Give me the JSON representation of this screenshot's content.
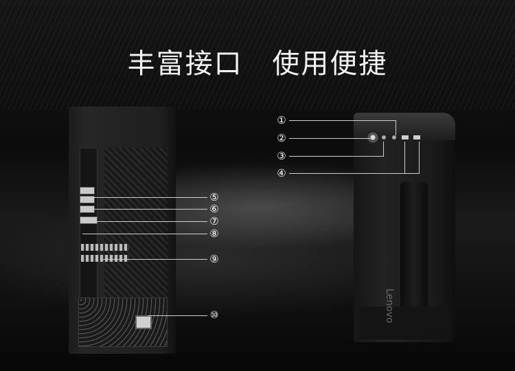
{
  "headline": {
    "part1": "丰富接口",
    "part2": "使用便捷"
  },
  "callouts": {
    "c1": "①",
    "c2": "②",
    "c3": "③",
    "c4": "④",
    "c5": "⑤",
    "c6": "⑥",
    "c7": "⑦",
    "c8": "⑧",
    "c9": "⑨",
    "c10": "⑩"
  },
  "brand": "Lenovo",
  "colors": {
    "background": "#0b0b0b",
    "text": "#f2f2f2",
    "leader_line": "#cfcfcf"
  }
}
